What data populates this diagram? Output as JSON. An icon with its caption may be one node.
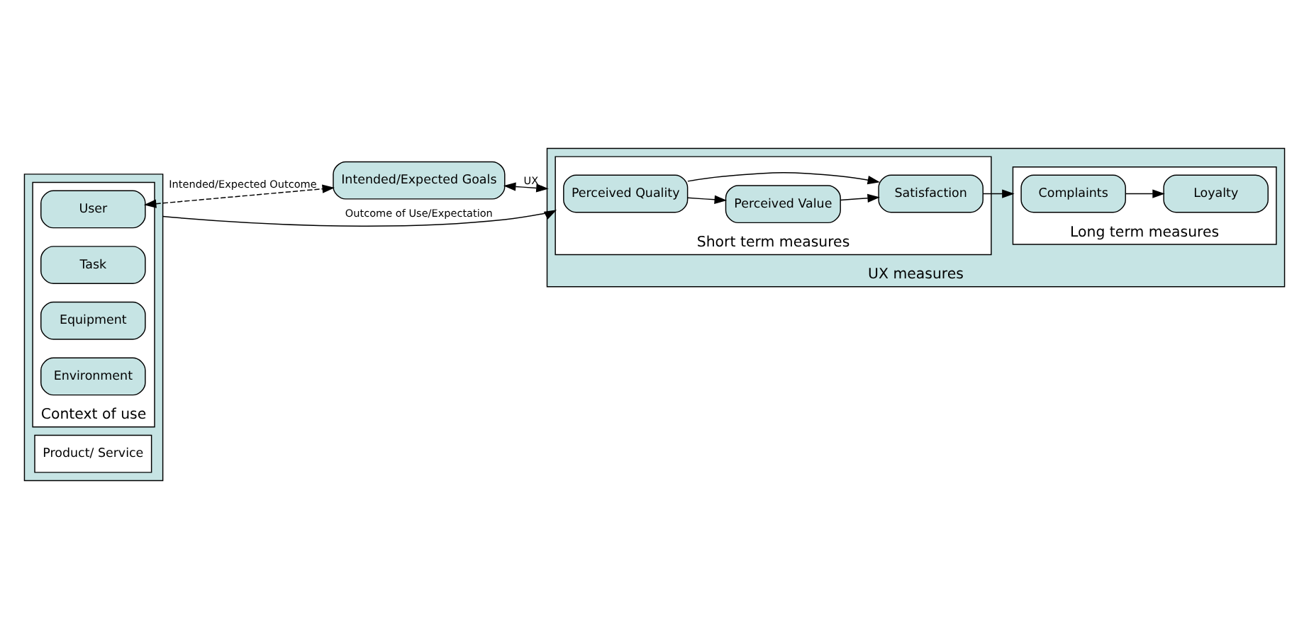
{
  "diagram": {
    "nodes": [
      {
        "text": [],
        "shape": "box"
      },
      {
        "text": [
          "Context of use"
        ],
        "in": 0
      },
      {
        "text": [
          "User"
        ],
        "in": 1
      },
      {
        "text": [
          "Task"
        ],
        "in": 1
      },
      {
        "text": [
          "Equipment"
        ],
        "in": 1
      },
      {
        "text": [
          "Environment"
        ],
        "in": 1
      },
      {
        "text": [
          "Product/ Service"
        ],
        "in": 0
      },
      {
        "text": [
          "Intended/Expected Goals"
        ]
      },
      {
        "text": [
          "UX measures"
        ]
      },
      {
        "text": [
          "Short term measures"
        ],
        "in": 8
      },
      {
        "text": [
          "Perceived Quality"
        ],
        "in": 9
      },
      {
        "text": [
          "Perceived Value"
        ],
        "in": 9
      },
      {
        "text": [
          "Satisfaction"
        ],
        "in": 9
      },
      {
        "text": [
          "Long term measures"
        ],
        "in": 8
      },
      {
        "text": [
          "Complaints"
        ],
        "in": 13
      },
      {
        "text": [
          "Loyalty"
        ],
        "in": 13
      }
    ],
    "edges": [
      {
        "from": 2,
        "to": 7,
        "arrow": "both",
        "style": "dashed",
        "label": "Intended/Expected Outcome"
      },
      {
        "from": 7,
        "to": 8,
        "arrow": "both",
        "label": "UX"
      },
      {
        "from": 0,
        "to": 9,
        "arrow": "to",
        "label": "Outcome of Use/Expectation"
      },
      {
        "from": 10,
        "to": 11,
        "arrow": "to"
      },
      {
        "from": 11,
        "to": 12,
        "arrow": "to"
      },
      {
        "from": 10,
        "to": 12,
        "arrow": "to"
      },
      {
        "from": 12,
        "to": 13,
        "arrow": "to"
      },
      {
        "from": 14,
        "to": 15,
        "arrow": "to"
      }
    ]
  }
}
